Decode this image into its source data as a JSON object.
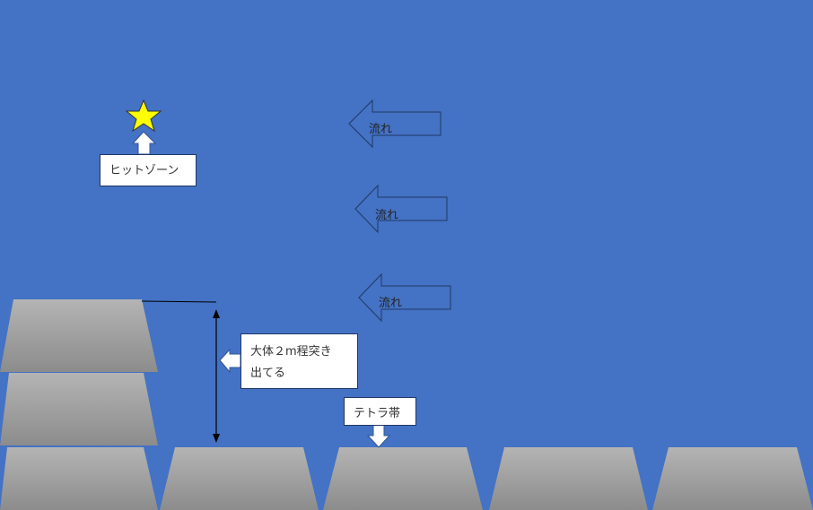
{
  "labels": {
    "hit_zone": "ヒットゾーン",
    "flow": "流れ",
    "protrude_line1": "大体２m程突き",
    "protrude_line2": "出てる",
    "tetra": "テトラ帯"
  },
  "colors": {
    "background": "#4472c4",
    "star": "#ffff00",
    "block_top": "#b4b4b4",
    "block_bottom": "#8c8c8c"
  }
}
